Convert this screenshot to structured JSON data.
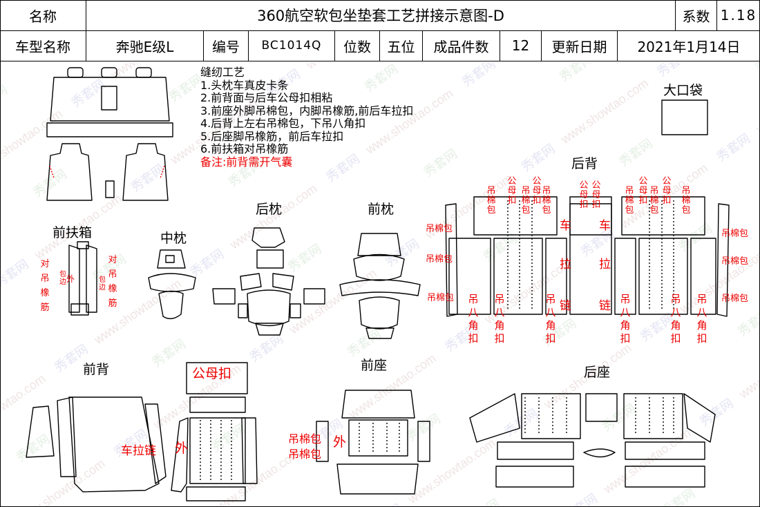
{
  "header": {
    "name_label": "名称",
    "title": "360航空软包坐垫套工艺拼接示意图-D",
    "coef_label": "系数",
    "coef_value": "1.18",
    "model_label": "车型名称",
    "model_value": "奔驰E级L",
    "code_label": "编号",
    "code_value": "BC1014Q",
    "seats_label": "位数",
    "seats_value": "五位",
    "pieces_label": "成品件数",
    "pieces_value": "12",
    "date_label": "更新日期",
    "date_value": "2021年1月14日"
  },
  "notes": {
    "title": "缝纫工艺",
    "items": [
      "1.头枕车真皮卡条",
      "2.前背面与后车公母扣相粘",
      "3.前座外脚吊棉包，内脚吊橡筋,前后车拉扣",
      "4.后背上左右吊棉包，下吊八角扣",
      "5.后座脚吊橡筋，前后车拉扣",
      "6.前扶箱对吊橡筋"
    ],
    "remark": "备注:前背需开气囊"
  },
  "labels": {
    "big_pocket": "大口袋",
    "rear_back": "后背",
    "front_armrest": "前扶箱",
    "middle_pillow": "中枕",
    "rear_pillow": "后枕",
    "front_pillow": "前枕",
    "front_back": "前背",
    "front_seat": "前座",
    "rear_seat": "后座"
  },
  "red_labels": {
    "dui_diao_xiang_jin": "对吊橡筋",
    "bao_bian": "包边",
    "wai": "外",
    "diao_mian_bao": "吊棉包",
    "gong_mu_kou": "公母扣",
    "che_la_lian": "车拉链",
    "che": "车",
    "la": "拉",
    "lian": "链",
    "diao_ba_jiao_kou": "吊八角扣",
    "diao_ba": "吊八",
    "jiao_kou": "角扣"
  },
  "watermark": "秀套网 www.showtao.com"
}
